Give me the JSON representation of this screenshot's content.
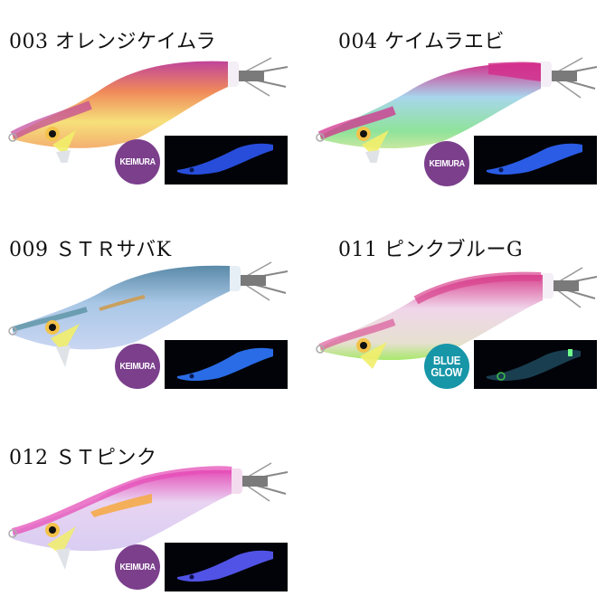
{
  "products": [
    {
      "code": "003",
      "name": "オレンジケイムラ",
      "title": "003 オレンジケイムラ",
      "badge": {
        "type": "keimura",
        "lines": [
          "KEIMURA"
        ],
        "color": "#7b3f8c"
      },
      "body_colors": {
        "top": "#c0449a",
        "mid": "#f08a5a",
        "belly": "#f6e07a",
        "accent": "#f7d34a"
      },
      "glow_color": "#2e5bff"
    },
    {
      "code": "004",
      "name": "ケイムラエビ",
      "title": "004 ケイムラエビ",
      "badge": {
        "type": "keimura",
        "lines": [
          "KEIMURA"
        ],
        "color": "#7b3f8c"
      },
      "body_colors": {
        "top": "#d2308c",
        "mid": "#a8d6ec",
        "belly": "#8fe39a",
        "accent": "#e8f4fb"
      },
      "glow_color": "#2f66ff"
    },
    {
      "code": "009",
      "name": "STRサバK",
      "title": "009 ＳＴＲサバK",
      "badge": {
        "type": "keimura",
        "lines": [
          "KEIMURA"
        ],
        "color": "#7b3f8c"
      },
      "body_colors": {
        "top": "#5a8aa8",
        "mid": "#a9c7e6",
        "belly": "#c9d6f2",
        "accent": "#d8b070"
      },
      "glow_color": "#2f78ff"
    },
    {
      "code": "011",
      "name": "ピンクブルーG",
      "title": "011 ピンクブルーG",
      "badge": {
        "type": "blueglow",
        "lines": [
          "BLUE",
          "GLOW"
        ],
        "color": "#1796a8"
      },
      "body_colors": {
        "top": "#d9438f",
        "mid": "#f0d6ea",
        "belly": "#a8e86a",
        "accent": "#f4eef4"
      },
      "glow_color": "#3a8fb0"
    },
    {
      "code": "012",
      "name": "STピンク",
      "title": "012 ＳＴピンク",
      "badge": {
        "type": "keimura",
        "lines": [
          "KEIMURA"
        ],
        "color": "#7b3f8c"
      },
      "body_colors": {
        "top": "#e54fb8",
        "mid": "#e9d4f2",
        "belly": "#d8cdf2",
        "accent": "#f6a840"
      },
      "glow_color": "#5a5cff"
    }
  ]
}
